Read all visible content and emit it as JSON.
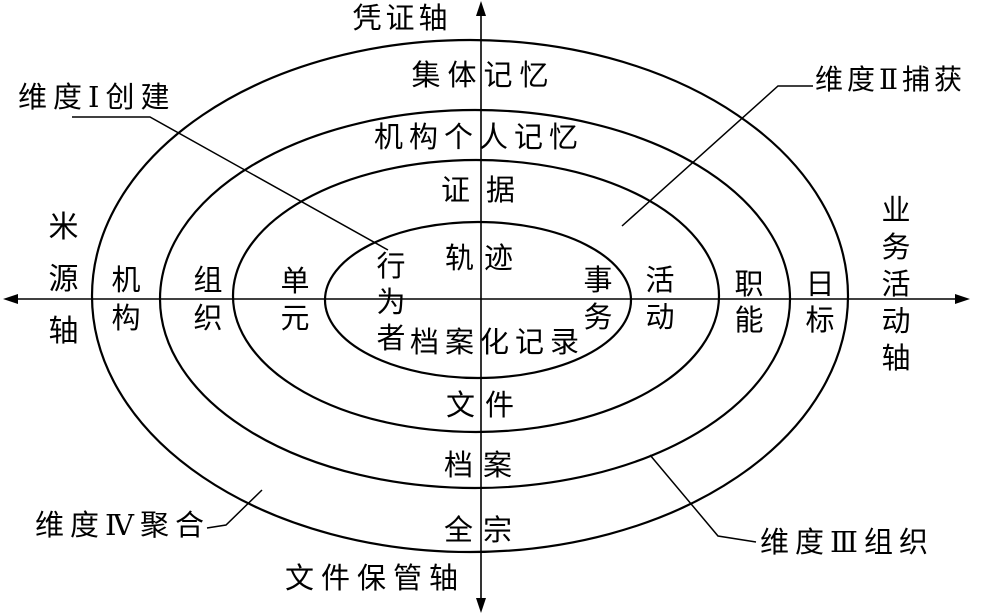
{
  "axes": {
    "evidence_axis": "凭证轴",
    "recordkeeping_axis": "文件保管轴",
    "provenance_axis": "米源轴",
    "transactionality_axis": "业务活动轴"
  },
  "dimensions": {
    "create": "维度Ⅰ创建",
    "capture": "维度Ⅱ捕获",
    "organise": "维度Ⅲ组织",
    "pluralise": "维度Ⅳ聚合"
  },
  "ring_labels": {
    "top": [
      "集体记忆",
      "机构个人记忆",
      "证据",
      "轨迹"
    ],
    "bottom": [
      "档案化记录",
      "文件",
      "档案",
      "全宗"
    ],
    "left": [
      "行为者",
      "单元",
      "组织",
      "机构"
    ],
    "right": [
      "事务",
      "活动",
      "职能",
      "日标"
    ]
  }
}
